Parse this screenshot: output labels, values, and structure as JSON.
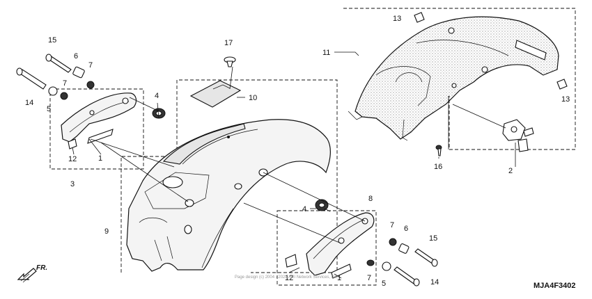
{
  "diagram": {
    "catalog_code": "MJA4F3402",
    "direction_label": "FR.",
    "watermark": "Page design (c) 2004 - 2022 ARI Network Services, Inc.",
    "callouts": {
      "c1a": "1",
      "c1b": "1",
      "c2": "2",
      "c3": "3",
      "c4a": "4",
      "c4b": "4",
      "c5a": "5",
      "c5b": "5",
      "c6a": "6",
      "c6b": "6",
      "c7a": "7",
      "c7b": "7",
      "c7c": "7",
      "c7d": "7",
      "c8": "8",
      "c9": "9",
      "c10": "10",
      "c11": "11",
      "c12a": "12",
      "c12b": "12",
      "c13a": "13",
      "c13b": "13",
      "c14a": "14",
      "c14b": "14",
      "c15a": "15",
      "c15b": "15",
      "c16": "16",
      "c17": "17"
    }
  }
}
